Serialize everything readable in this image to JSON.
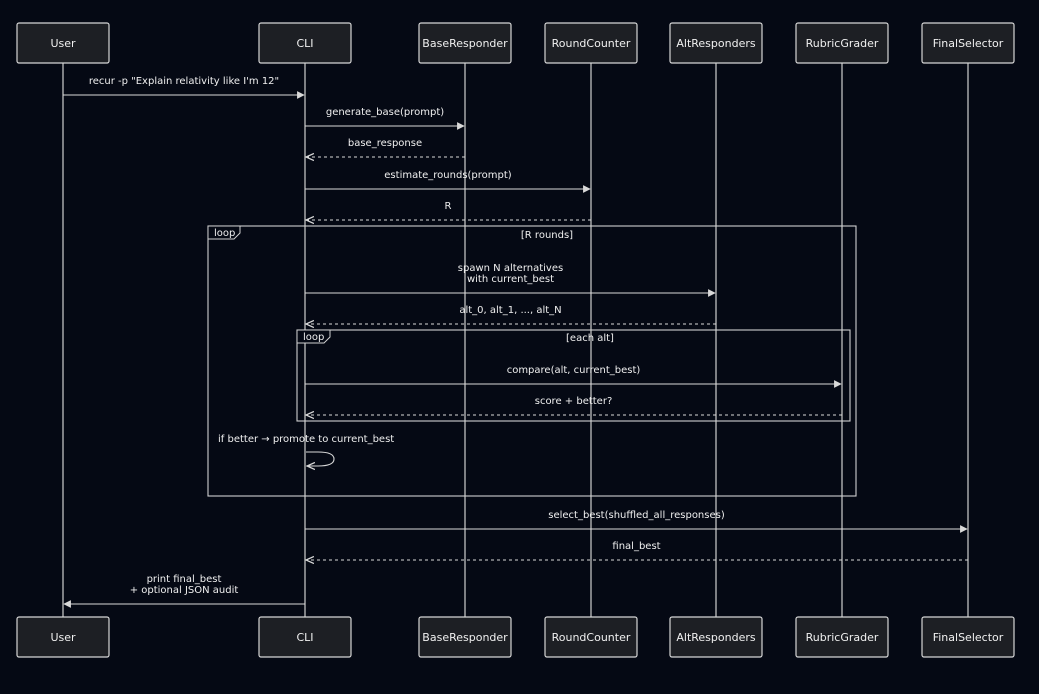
{
  "actors": [
    {
      "id": "user",
      "label": "User"
    },
    {
      "id": "cli",
      "label": "CLI"
    },
    {
      "id": "base",
      "label": "BaseResponder"
    },
    {
      "id": "round",
      "label": "RoundCounter"
    },
    {
      "id": "alt",
      "label": "AltResponders"
    },
    {
      "id": "rubric",
      "label": "RubricGrader"
    },
    {
      "id": "final",
      "label": "FinalSelector"
    }
  ],
  "messages": [
    {
      "id": "m1",
      "from": "user",
      "to": "cli",
      "kind": "sync",
      "lines": [
        "recur -p \"Explain relativity like I'm 12\""
      ]
    },
    {
      "id": "m2",
      "from": "cli",
      "to": "base",
      "kind": "sync",
      "lines": [
        "generate_base(prompt)"
      ]
    },
    {
      "id": "m3",
      "from": "base",
      "to": "cli",
      "kind": "reply",
      "lines": [
        "base_response"
      ]
    },
    {
      "id": "m4",
      "from": "cli",
      "to": "round",
      "kind": "sync",
      "lines": [
        "estimate_rounds(prompt)"
      ]
    },
    {
      "id": "m5",
      "from": "round",
      "to": "cli",
      "kind": "reply",
      "lines": [
        "R"
      ]
    },
    {
      "id": "m6",
      "from": "cli",
      "to": "alt",
      "kind": "sync",
      "lines": [
        "spawn N alternatives",
        "with current_best"
      ]
    },
    {
      "id": "m7",
      "from": "alt",
      "to": "cli",
      "kind": "reply",
      "lines": [
        "alt_0, alt_1, ..., alt_N"
      ]
    },
    {
      "id": "m8",
      "from": "cli",
      "to": "rubric",
      "kind": "sync",
      "lines": [
        "compare(alt, current_best)"
      ]
    },
    {
      "id": "m9",
      "from": "rubric",
      "to": "cli",
      "kind": "reply",
      "lines": [
        "score + better?"
      ]
    },
    {
      "id": "m11",
      "from": "cli",
      "to": "final",
      "kind": "sync",
      "lines": [
        "select_best(shuffled_all_responses)"
      ]
    },
    {
      "id": "m12",
      "from": "final",
      "to": "cli",
      "kind": "reply",
      "lines": [
        "final_best"
      ]
    },
    {
      "id": "m13",
      "from": "cli",
      "to": "user",
      "kind": "sync",
      "lines": [
        "print final_best",
        "+ optional JSON audit"
      ]
    }
  ],
  "self_message": {
    "actor": "cli",
    "label": "if better → promote to current_best"
  },
  "frames": [
    {
      "id": "outer",
      "tag": "loop",
      "condition": "[R rounds]"
    },
    {
      "id": "inner",
      "tag": "loop",
      "condition": "[each alt]"
    }
  ]
}
